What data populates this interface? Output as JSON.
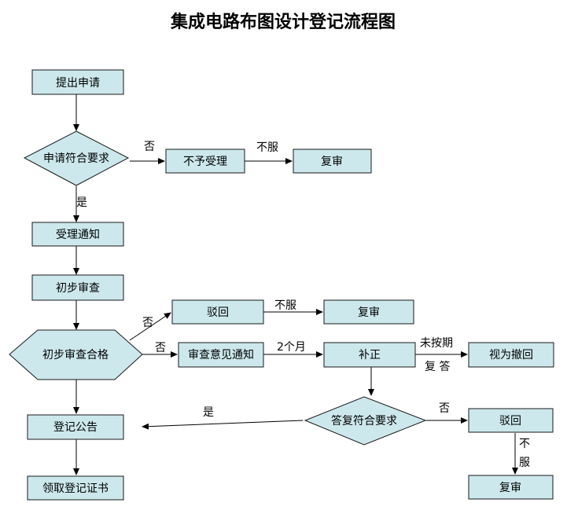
{
  "title": "集成电路布图设计登记流程图",
  "nodes": {
    "submit": "提出申请",
    "check_req": "申请符合要求",
    "reject_accept": "不予受理",
    "review1": "复审",
    "accept_notice": "受理通知",
    "prelim": "初步审查",
    "prelim_pass": "初步审查合格",
    "reject1": "驳回",
    "review2": "复审",
    "opinion_notice": "审查意见通知",
    "correct": "补正",
    "withdrawn": "视为撤回",
    "reply_ok": "答复符合要求",
    "reject2": "驳回",
    "review3": "复审",
    "register": "登记公告",
    "certificate": "领取登记证书"
  },
  "labels": {
    "no1": "否",
    "appeal1": "不服",
    "yes1": "是",
    "no2": "否",
    "appeal2": "不服",
    "no3": "否",
    "two_months": "2个月",
    "not_on_time": "未按期",
    "reply": "复 答",
    "yes2": "是",
    "no4": "否",
    "appeal3_a": "不",
    "appeal3_b": "服"
  },
  "colors": {
    "node_fill": "#cce8ec",
    "line": "#000000"
  }
}
